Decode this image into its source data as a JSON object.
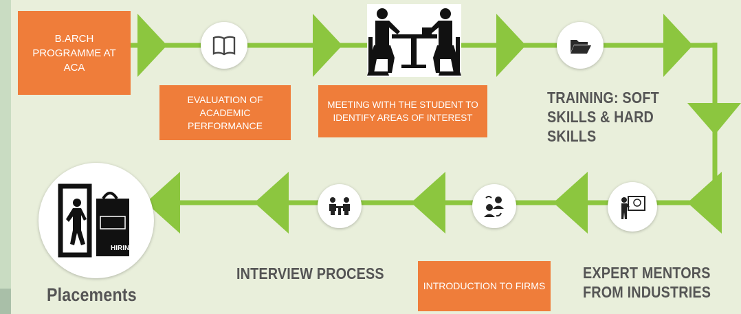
{
  "steps": {
    "barch": "B.ARCH PROGRAMME AT ACA",
    "evaluation": "EVALUATION OF ACADEMIC PERFORMANCE",
    "meeting": "MEETING  WITH THE STUDENT TO IDENTIFY AREAS OF INTEREST",
    "training_line1": "TRAINING: SOFT",
    "training_line2": "SKILLS & HARD",
    "training_line3": "SKILLS",
    "mentors_line1": "EXPERT MENTORS",
    "mentors_line2": "FROM INDUSTRIES",
    "introduction": "INTRODUCTION TO FIRMS",
    "interview": "INTERVIEW PROCESS",
    "placements": "Placements",
    "hiring_sign": "HIRING"
  },
  "icons": [
    "book-icon",
    "meeting-silhouette",
    "folder-icon",
    "mentor-board-icon",
    "introduction-people-icon",
    "interview-icon",
    "placement-door-icon"
  ],
  "colors": {
    "accent_green": "#8cc63f",
    "box_orange": "#ef7d3a",
    "label_gray": "#555555",
    "background": "#e9efdb"
  }
}
